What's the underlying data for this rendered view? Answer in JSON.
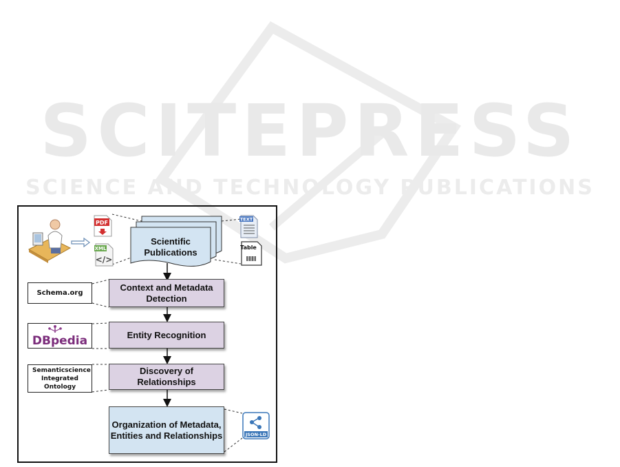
{
  "watermark": {
    "title": "SCITEPRESS",
    "subtitle": "SCIENCE AND TECHNOLOGY PUBLICATIONS"
  },
  "diagram": {
    "input_label": "Scientific Publications",
    "steps": [
      {
        "label": "Context and Metadata Detection",
        "source": "Schema.org"
      },
      {
        "label": "Entity Recognition",
        "source": "DBpedia"
      },
      {
        "label": "Discovery of Relationships",
        "source": "Semanticscience Integrated Ontology"
      },
      {
        "label": "Organization of Metadata, Entities and Relationships",
        "source": "JSON-LD"
      }
    ],
    "icons": {
      "pdf": "PDF",
      "xml": "XML",
      "text": "TEXT",
      "table": "Table",
      "json": "JSON-LD",
      "dbpedia": "DBpedia"
    }
  }
}
